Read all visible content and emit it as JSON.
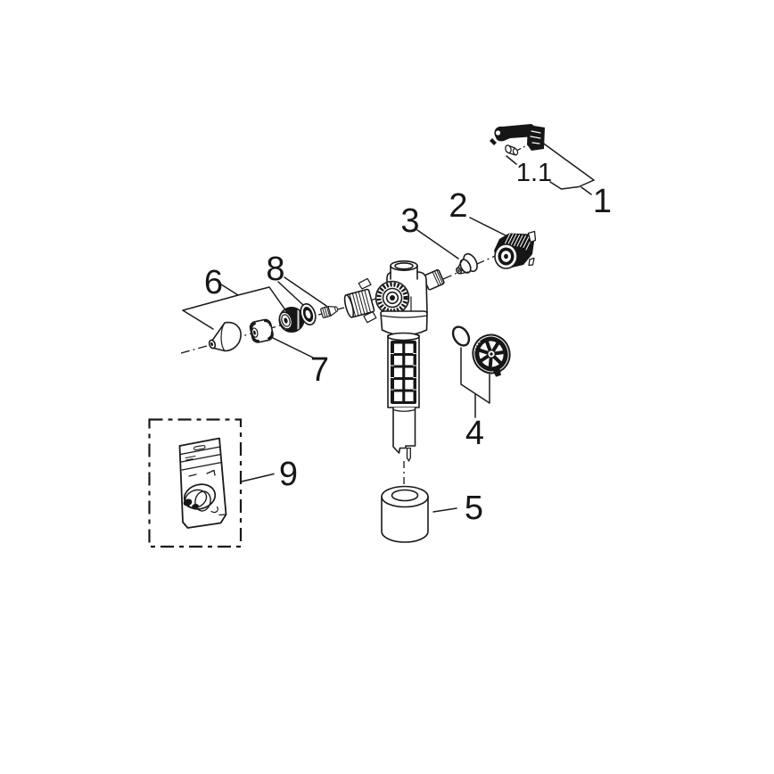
{
  "diagram": {
    "background": "#ffffff",
    "line_color": "#1a1a1a",
    "labels": {
      "part1": "1",
      "part1_1": "1.1",
      "part2": "2",
      "part3": "3",
      "part4": "4",
      "part5": "5",
      "part6": "6",
      "part7": "7",
      "part8": "8",
      "part9": "9"
    }
  }
}
